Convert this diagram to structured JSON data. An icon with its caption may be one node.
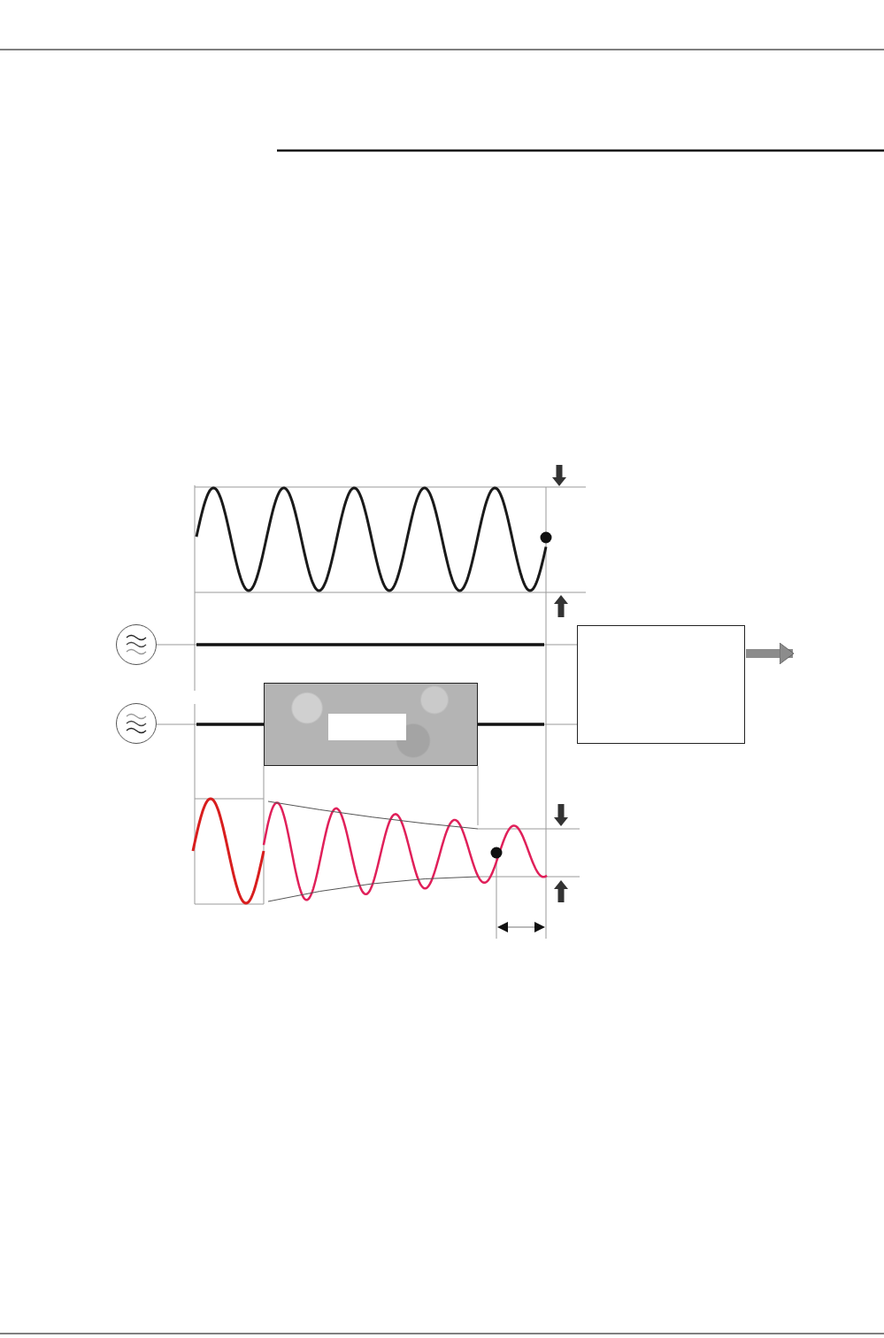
{
  "diagram": {
    "nodes": [
      {
        "text": [],
        "shape": "circle"
      },
      {
        "text": [],
        "shape": "circle"
      },
      {
        "text": [],
        "shape": "box"
      },
      {
        "text": [],
        "shape": "box",
        "in": 2
      },
      {
        "text": [],
        "shape": "box"
      }
    ],
    "edges": [
      {
        "from": 0,
        "to": 4,
        "arrow": "none"
      },
      {
        "from": 1,
        "to": 2,
        "arrow": "none"
      },
      {
        "from": 2,
        "to": 4,
        "arrow": "none"
      },
      {
        "from": 4,
        "to": null,
        "arrow": "to",
        "style": "thick",
        "color": "#8c8c8c"
      }
    ]
  }
}
